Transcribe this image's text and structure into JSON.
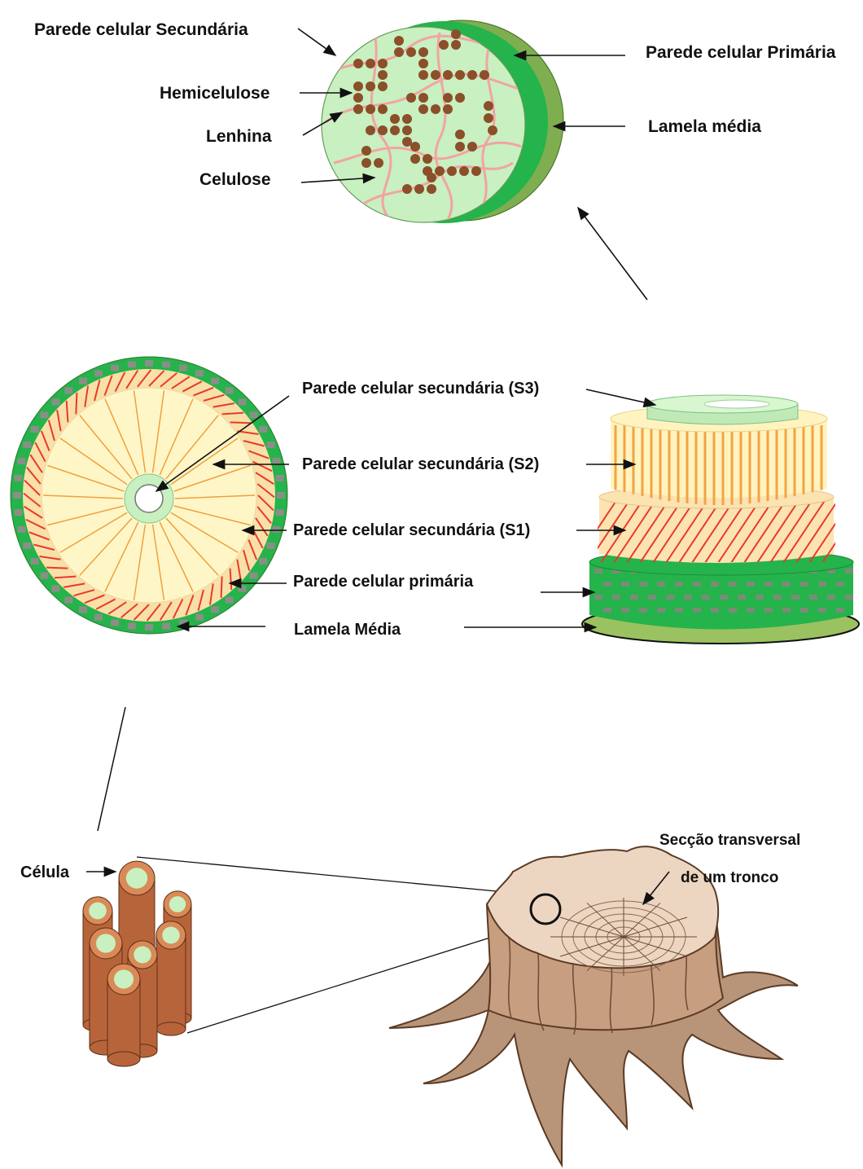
{
  "colors": {
    "light_green": "#c8f0c0",
    "mid_green": "#25b34b",
    "dark_green": "#7fae50",
    "pale_yellow": "#fff6c8",
    "red_fibre": "#e83a2b",
    "brown": "#8b4f2a",
    "pink": "#f3a3a3",
    "wood": "#d8b59b"
  },
  "top_detail": {
    "label_secondary_wall": "Parede celular Secundária",
    "label_hemicellulose": "Hemicelulose",
    "label_lignin": "Lenhina",
    "label_cellulose": "Celulose",
    "label_primary_wall": "Parede celular Primária",
    "label_middle_lamella": "Lamela média"
  },
  "middle_detail": {
    "label_s3": "Parede celular secundária (S3)",
    "label_s2": "Parede celular secundária (S2)",
    "label_s1": "Parede celular secundária (S1)",
    "label_primary": "Parede celular primária",
    "label_lamella": "Lamela Média"
  },
  "bottom_detail": {
    "label_cell": "Célula",
    "label_cross_section_line1": "Secção transversal",
    "label_cross_section_line2": "de um tronco"
  }
}
